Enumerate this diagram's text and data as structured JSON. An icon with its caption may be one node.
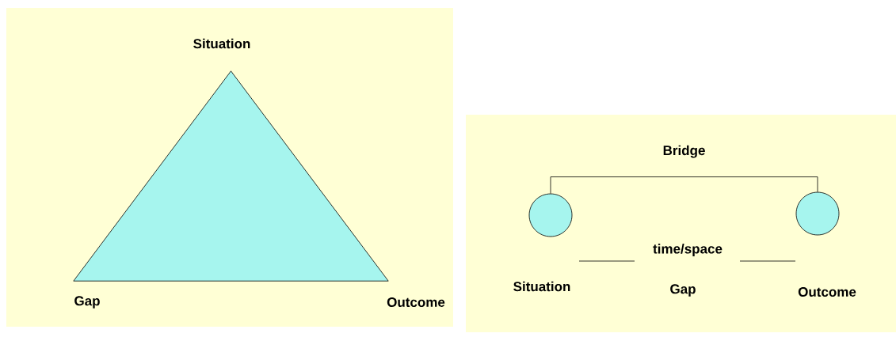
{
  "diagram": {
    "nodes": [
      {
        "text": [],
        "shape": "triangle",
        "beside": [
          "Situation",
          "Gap",
          "Outcome"
        ]
      },
      {
        "text": [],
        "shape": "circle",
        "beside": [
          "Situation"
        ]
      },
      {
        "text": [],
        "shape": "circle",
        "beside": [
          "Outcome"
        ]
      }
    ],
    "edges": [
      {
        "from": 1,
        "to": 2,
        "arrow": "none",
        "label": "Bridge"
      }
    ],
    "labels": [
      "time/space",
      "Gap"
    ]
  }
}
